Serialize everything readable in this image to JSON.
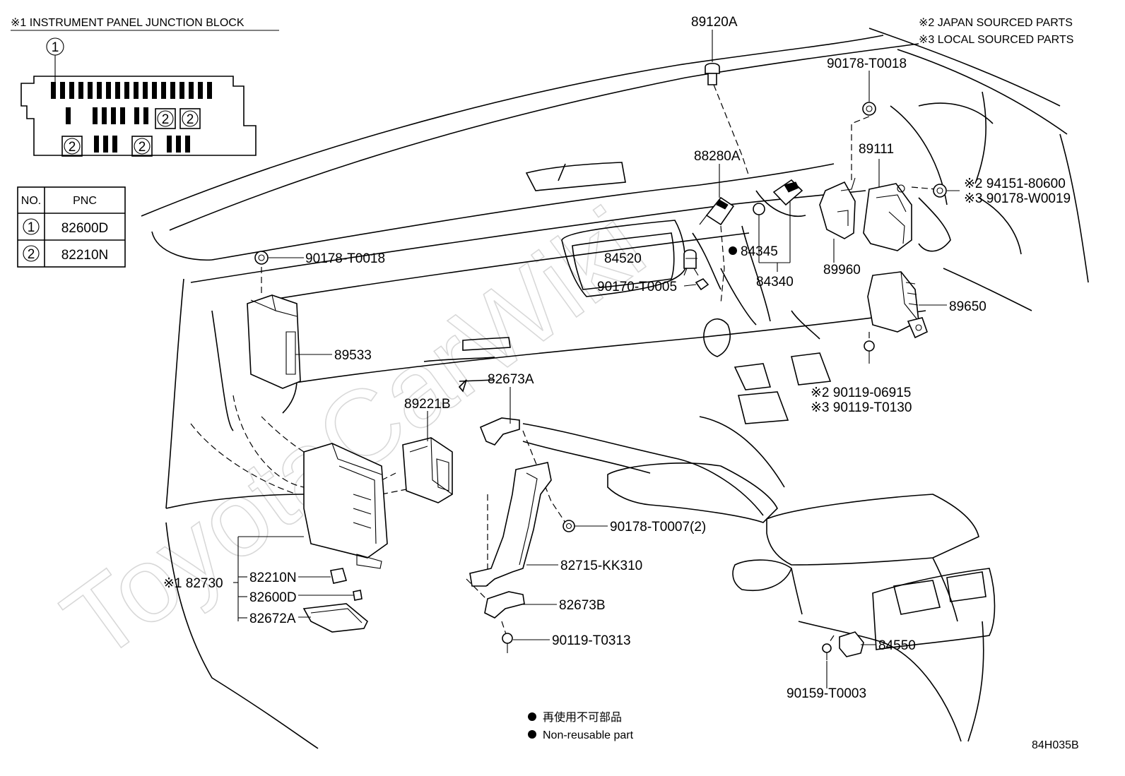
{
  "headers": {
    "junction_block_title": "※1 INSTRUMENT PANEL JUNCTION BLOCK",
    "japan_sourced": "※2 JAPAN SOURCED PARTS",
    "local_sourced": "※3 LOCAL SOURCED PARTS"
  },
  "pnc_table": {
    "col_no": "NO.",
    "col_pnc": "PNC",
    "rows": [
      {
        "no": "1",
        "pnc": "82600D"
      },
      {
        "no": "2",
        "pnc": "82210N"
      }
    ]
  },
  "junction_block_marks": {
    "callout_1": "1",
    "callout_2": "2"
  },
  "labels": {
    "p89120A": "89120A",
    "p90178_T0018_top": "90178-T0018",
    "p89111": "89111",
    "p94151_80600": "※2 94151-80600",
    "p90178_W0019": "※3 90178-W0019",
    "p88280A": "88280A",
    "p84520": "84520",
    "p84345": "84345",
    "p84340": "84340",
    "p89960": "89960",
    "p90170_T0005": "90170-T0005",
    "p89650": "89650",
    "p90178_T0018_left": "90178-T0018",
    "p89533": "89533",
    "p90119_06915": "※2 90119-06915",
    "p90119_T0130": "※3 90119-T0130",
    "p82673A": "82673A",
    "p89221B": "89221B",
    "p90178_T0007": "90178-T0007(2)",
    "p82715_KK310": "82715-KK310",
    "p82673B": "82673B",
    "p90119_T0313": "90119-T0313",
    "p82730": "※1 82730",
    "p82210N": "82210N",
    "p82600D": "82600D",
    "p82672A": "82672A",
    "p84550": "84550",
    "p90159_T0003": "90159-T0003"
  },
  "legend": {
    "japanese": "再使用不可部品",
    "english": "Non-reusable part"
  },
  "diagram_code": "84H035B",
  "watermark": "ToyotaCarWiki"
}
